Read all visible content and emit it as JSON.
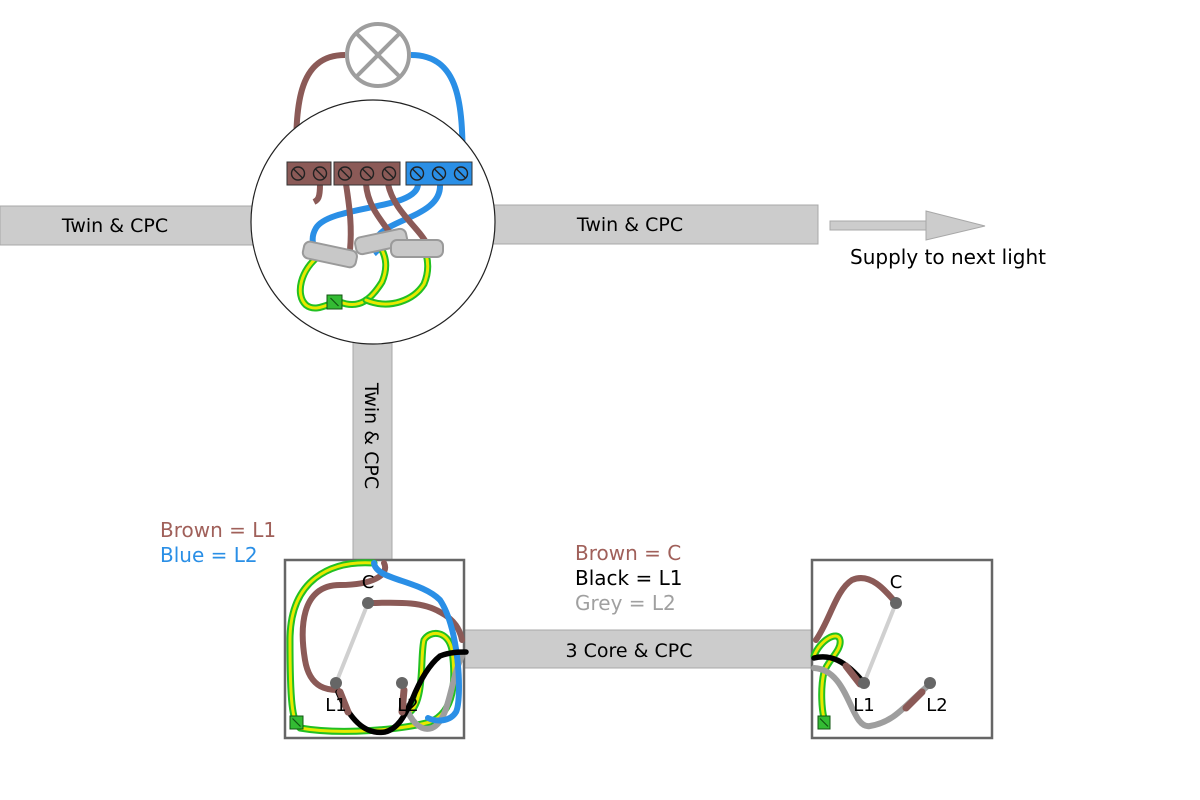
{
  "cables": {
    "left": "Twin & CPC",
    "right": "Twin & CPC",
    "vertical": "Twin & CPC",
    "bottom": "3 Core & CPC"
  },
  "supply_label": "Supply to next light",
  "switch1_key": {
    "brown": "Brown = L1",
    "blue": "Blue = L2"
  },
  "switch2_key": {
    "brown": "Brown = C",
    "black": "Black = L1",
    "grey": "Grey = L2"
  },
  "switch1_terminals": {
    "c": "C",
    "l1": "L1",
    "l2": "L2"
  },
  "switch2_terminals": {
    "c": "C",
    "l1": "L1",
    "l2": "L2"
  },
  "colors": {
    "brown": "#8b5a57",
    "blue": "#2a8fe6",
    "black": "#000000",
    "grey": "#9e9e9e",
    "earth_green": "#22c022",
    "earth_yellow": "#e8e800",
    "cable_sheath": "#cccccc",
    "key_brown": "#a0605a",
    "key_blue": "#2a8fe6",
    "key_grey": "#a0a0a0"
  }
}
